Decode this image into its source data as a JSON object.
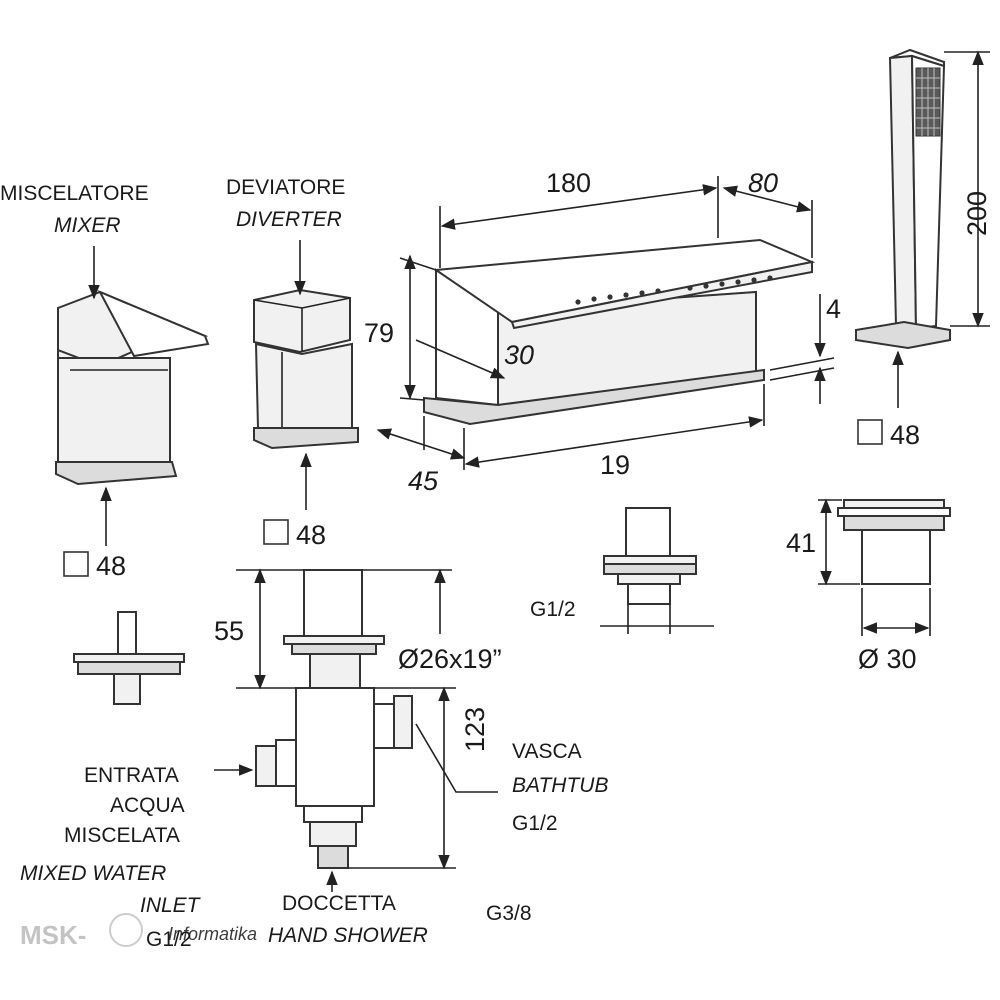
{
  "mixer": {
    "label_it": "MISCELATORE",
    "label_en": "MIXER",
    "size": "48"
  },
  "diverter": {
    "label_it": "DEVIATORE",
    "label_en": "DIVERTER",
    "size": "48"
  },
  "spout": {
    "length": "180",
    "depth": "80",
    "height": "79",
    "angle": "30",
    "thickness": "4",
    "base_depth": "45",
    "base_length": "19"
  },
  "hand_shower": {
    "height": "200",
    "size": "48"
  },
  "shower_holder": {
    "height": "41",
    "diameter": "Ø 30"
  },
  "spout_connection": {
    "thread": "G1/2"
  },
  "diverter_body": {
    "height_top": "55",
    "thread_spec": "Ø26x19”",
    "height_body": "123",
    "inlet_label_lines": [
      "ENTRATA",
      "ACQUA",
      "MISCELATA"
    ],
    "inlet_label_en_lines": [
      "MIXED WATER",
      "INLET"
    ],
    "inlet_thread": "G1/2",
    "bathtub_label_it": "VASCA",
    "bathtub_label_en": "BATHTUB",
    "bathtub_thread": "G1/2",
    "shower_label_it": "DOCCETTA",
    "shower_label_en": "HAND SHOWER",
    "shower_thread": "G3/8"
  },
  "watermark": {
    "text_left": "MSK-",
    "text_right": "Informatika"
  }
}
